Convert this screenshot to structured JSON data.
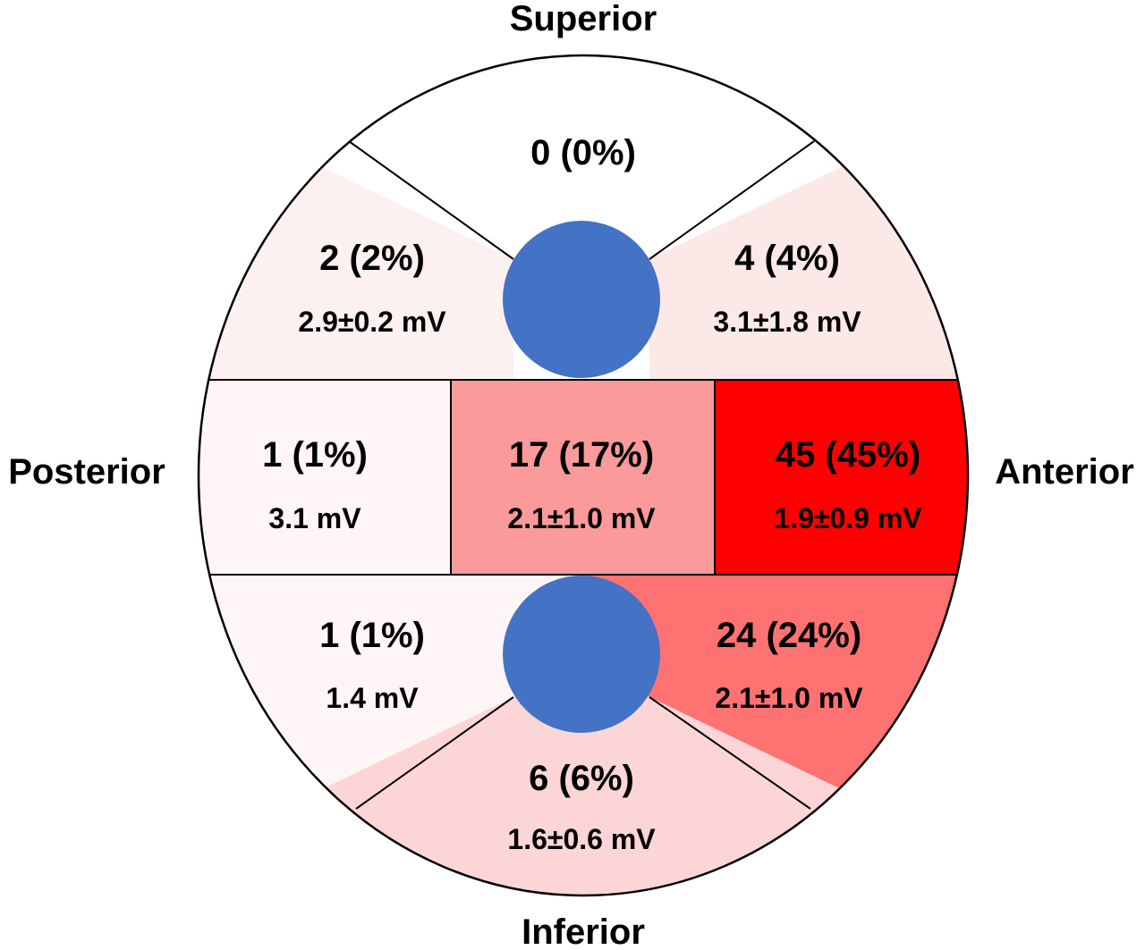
{
  "directions": {
    "superior": "Superior",
    "inferior": "Inferior",
    "posterior": "Posterior",
    "anterior": "Anterior"
  },
  "segments": {
    "superior": {
      "count": "0 (0%)",
      "voltage": "",
      "fill": "#ffffff"
    },
    "superior_posterior": {
      "count": "2 (2%)",
      "voltage": "2.9±0.2 mV",
      "fill": "#fdf0f0"
    },
    "superior_anterior": {
      "count": "4 (4%)",
      "voltage": "3.1±1.8 mV",
      "fill": "#fde8e8"
    },
    "mid_posterior": {
      "count": "1 (1%)",
      "voltage": "3.1 mV",
      "fill": "#fef6f6"
    },
    "mid_septal": {
      "count": "17 (17%)",
      "voltage": "2.1±1.0 mV",
      "fill": "#fb9a9a"
    },
    "mid_anterior": {
      "count": "45 (45%)",
      "voltage": "1.9±0.9 mV",
      "fill": "#ff0000"
    },
    "inferior_posterior": {
      "count": "1 (1%)",
      "voltage": "1.4 mV",
      "fill": "#fef6f6"
    },
    "inferior_anterior": {
      "count": "24 (24%)",
      "voltage": "2.1±1.0 mV",
      "fill": "#fe7272"
    },
    "inferior": {
      "count": "6 (6%)",
      "voltage": "1.6±0.6 mV",
      "fill": "#fcd6d6"
    }
  },
  "valve_color": "#4472c4"
}
